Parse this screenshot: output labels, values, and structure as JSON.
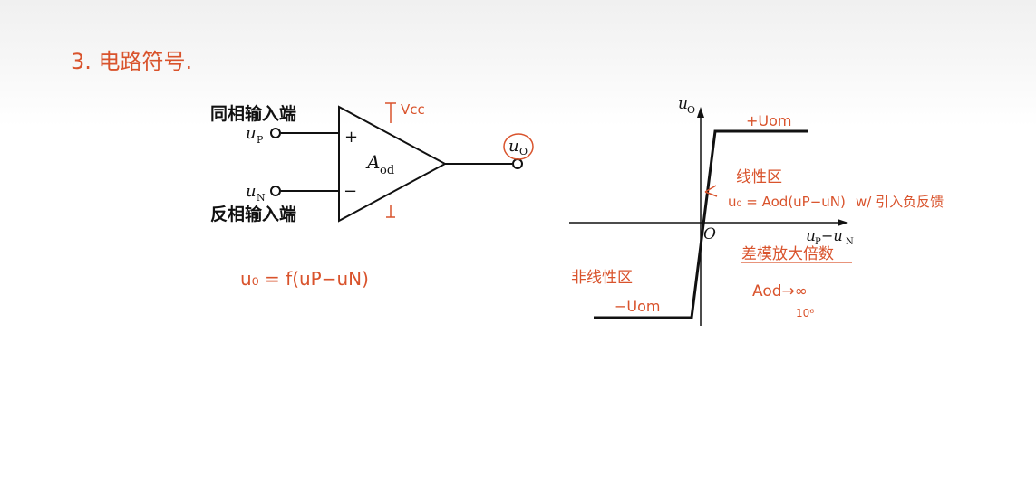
{
  "heading": "3. 电路符号.",
  "circuit": {
    "noninverting_label": "同相输入端",
    "inverting_label": "反相输入端",
    "plus_sign": "+",
    "minus_sign": "−",
    "gain_main": "A",
    "gain_sub": "od",
    "input_p_main": "u",
    "input_p_sub": "P",
    "input_n_main": "u",
    "input_n_sub": "N",
    "output_main": "u",
    "output_sub": "O",
    "supply_label": "Vcc",
    "relation": "u₀ = f(uP−uN)"
  },
  "transfer": {
    "y_axis_main": "u",
    "y_axis_sub": "O",
    "x_axis_label_main": "u",
    "x_axis_label_p": "P",
    "x_axis_label_mid": "−u",
    "x_axis_label_n": "N",
    "origin": "O",
    "pos_sat": "+Uom",
    "neg_sat": "−Uom",
    "linear_region": "线性区",
    "linear_eq": "u₀ = Aod(uP−uN)",
    "feedback_note": "w/ 引入负反馈",
    "nonlinear_region": "非线性区",
    "diff_gain_label": "差模放大倍数",
    "aod_limit": "Aod→∞",
    "aod_order": "10⁶"
  }
}
